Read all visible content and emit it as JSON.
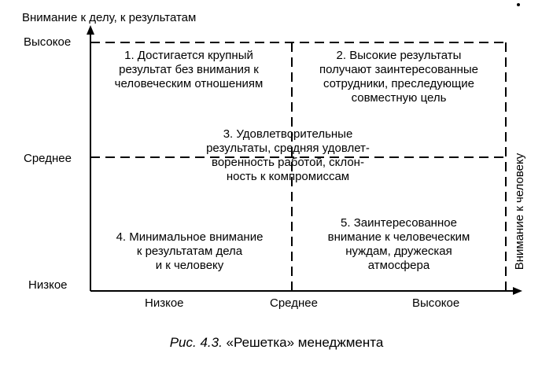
{
  "axes": {
    "y_title": "Внимание к делу, к результатам",
    "x_title": "Внимание к человеку",
    "y_ticks": [
      "Высокое",
      "Среднее",
      "Низкое"
    ],
    "x_ticks": [
      "Низкое",
      "Среднее",
      "Высокое"
    ]
  },
  "cells": {
    "cell_1": [
      "1. Достигается крупный",
      "результат без внимания к",
      "человеческим отношениям"
    ],
    "cell_2": [
      "2. Высокие результаты",
      "получают заинтересованные",
      "сотрудники, преследующие",
      "совместную цель"
    ],
    "cell_3": [
      "3. Удовлетворительные",
      "результаты, средняя удовлет-",
      "воренность работой, склон-",
      "ность к компромиссам"
    ],
    "cell_4": [
      "4. Минимальное внимание",
      "к результатам дела",
      "и к человеку"
    ],
    "cell_5": [
      "5. Заинтересованное",
      "внимание к человеческим",
      "нуждам, дружеская",
      "атмосфера"
    ]
  },
  "caption": {
    "figure": "Рис. 4.3.",
    "title": "«Решетка» менеджмента"
  },
  "colors": {
    "ink": "#000000",
    "background": "#ffffff"
  }
}
